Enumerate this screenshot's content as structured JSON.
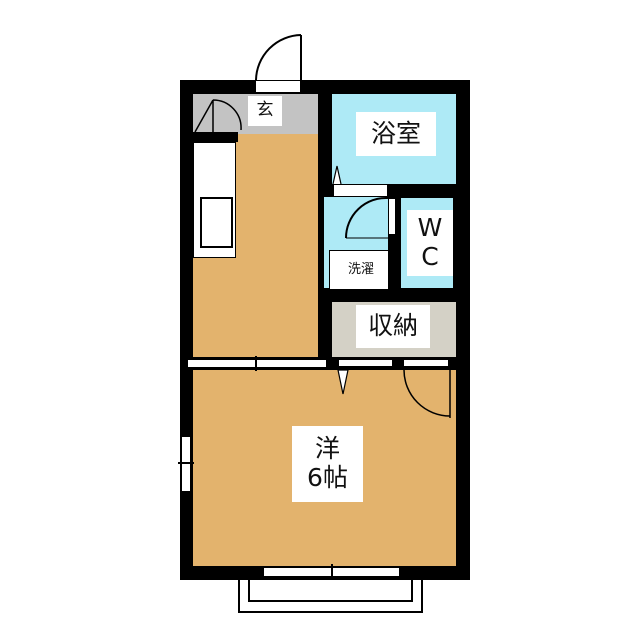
{
  "rooms": {
    "genkan": "玄",
    "bath": "浴室",
    "wc_line1": "W",
    "wc_line2": "C",
    "laundry": "洗濯",
    "storage": "収納",
    "western_line1": "洋",
    "western_line2": "6帖"
  },
  "colors": {
    "room_floor": "#e3b36d",
    "wet_area": "#aeeaf6",
    "entrance": "#c3c3c3",
    "storage": "#d4d1c6",
    "wall": "#000000"
  }
}
